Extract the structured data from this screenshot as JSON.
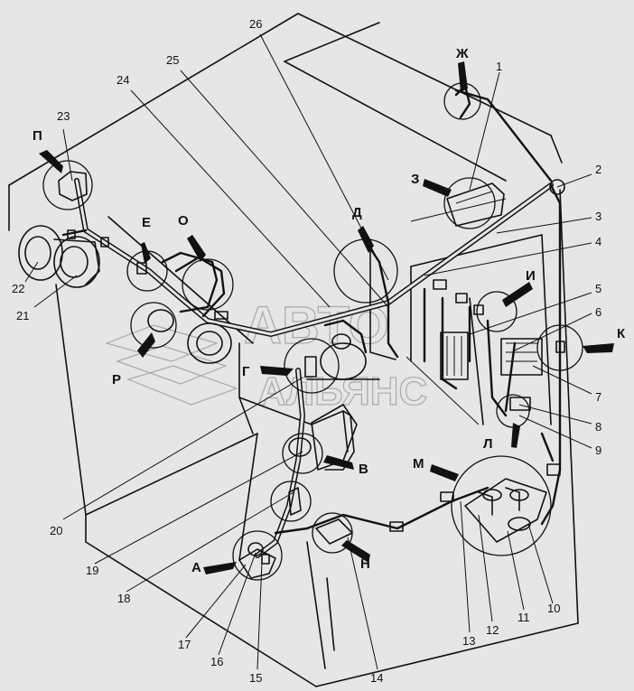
{
  "numbers": [
    "1",
    "2",
    "3",
    "4",
    "5",
    "6",
    "7",
    "8",
    "9",
    "10",
    "11",
    "12",
    "13",
    "14",
    "15",
    "16",
    "17",
    "18",
    "19",
    "20",
    "21",
    "22",
    "23",
    "24",
    "25",
    "26"
  ],
  "letters": [
    "А",
    "В",
    "Г",
    "Д",
    "Е",
    "Ж",
    "З",
    "И",
    "К",
    "Л",
    "М",
    "Н",
    "О",
    "П",
    "Р"
  ],
  "watermark": {
    "line1": "АВТО",
    "line2": "АЛЬЯНС"
  }
}
